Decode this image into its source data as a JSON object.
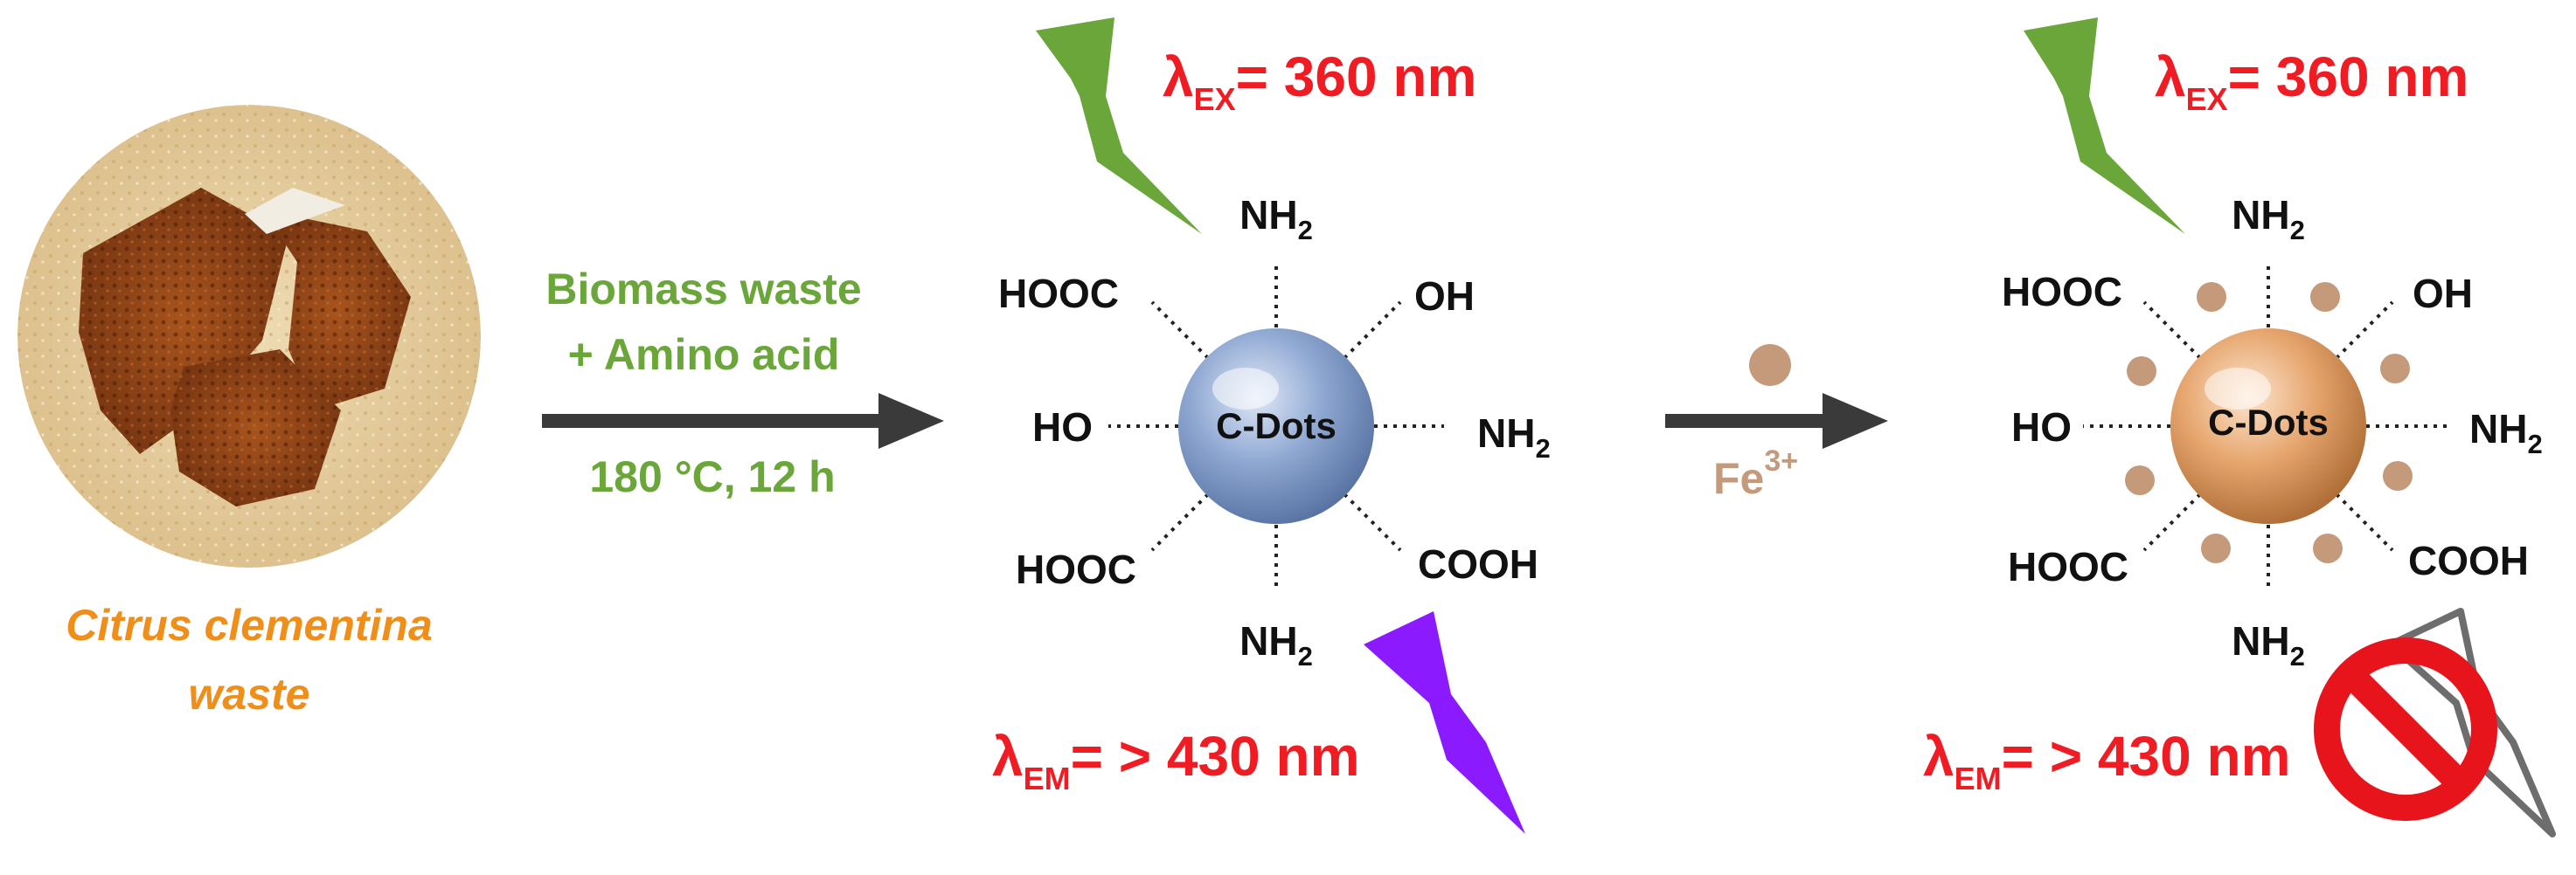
{
  "colors": {
    "green": "#6aa63a",
    "red": "#ef1c24",
    "orange": "#ef8f19",
    "tan": "#c49a7a",
    "violet": "#8b1aff",
    "arrow": "#3a3a3a",
    "blue_sphere": "#7f97c4",
    "copper_sphere": "#e0a574",
    "no_sign": "#e8141c"
  },
  "source": {
    "caption_line1": "Citrus clementina",
    "caption_line2": "waste",
    "image": "photo of dried citrus peel on sawdust"
  },
  "synthesis": {
    "line1": "Biomass waste",
    "line2": "+ Amino acid",
    "line3": "180 °C, 12 h"
  },
  "quench": {
    "ion_base": "Fe",
    "ion_charge": "3+"
  },
  "cdot": {
    "label": "C-Dots",
    "groups": {
      "top": "NH",
      "top_sub": "2",
      "upper_left": "HOOC",
      "upper_right": "OH",
      "left": "HO",
      "right": "NH",
      "right_sub": "2",
      "lower_left": "HOOC",
      "lower_right": "COOH",
      "bottom": "NH",
      "bottom_sub": "2"
    }
  },
  "excitation": {
    "symbol": "λ",
    "sub": "EX",
    "value": "= 360 nm"
  },
  "emission": {
    "symbol": "λ",
    "sub": "EM",
    "value": "= > 430 nm"
  },
  "icons": {
    "excitation": "lightning-bolt-icon",
    "emission": "lightning-bolt-icon",
    "blocked_emission": "no-emission-icon"
  }
}
